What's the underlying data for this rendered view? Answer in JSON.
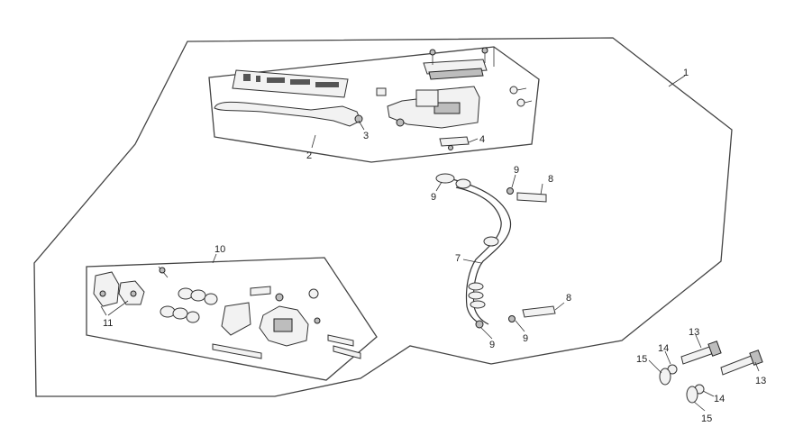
{
  "callouts": {
    "c1": "1",
    "c2": "2",
    "c3": "3",
    "c4": "4",
    "c7": "7",
    "c8a": "8",
    "c8b": "8",
    "c9a": "9",
    "c9b": "9",
    "c9c": "9",
    "c9d": "9",
    "c10": "10",
    "c11": "11",
    "c13a": "13",
    "c13b": "13",
    "c14a": "14",
    "c14b": "14",
    "c15a": "15",
    "c15b": "15"
  },
  "colors": {
    "line": "#333333",
    "fill": "#f2f2f2",
    "shade": "#bdbdbd"
  }
}
